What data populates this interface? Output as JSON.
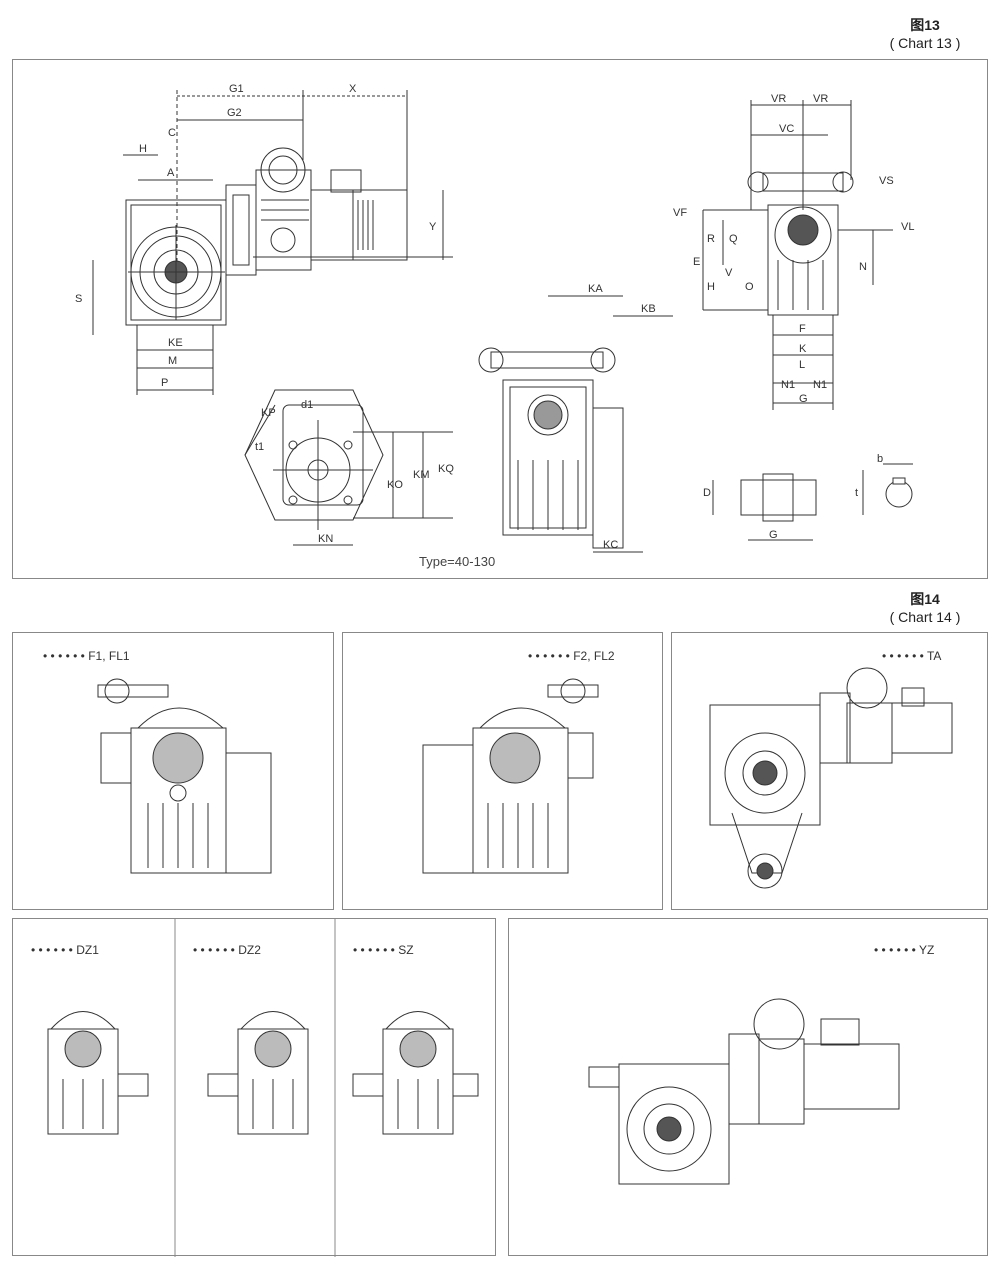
{
  "chart13": {
    "caption_cn": "图13",
    "caption_en": "( Chart 13 )",
    "type_label": "Type=40-130",
    "dimension_labels": {
      "G1": "G1",
      "G2": "G2",
      "X": "X",
      "C": "C",
      "H": "H",
      "A": "A",
      "Y": "Y",
      "S": "S",
      "KE": "KE",
      "M": "M",
      "P": "P",
      "KP": "KP",
      "d1": "d1",
      "t1": "t1",
      "KO": "KO",
      "KM": "KM",
      "KQ": "KQ",
      "KN": "KN",
      "KA": "KA",
      "KB": "KB",
      "KC": "KC",
      "VR1": "VR",
      "VR2": "VR",
      "VC": "VC",
      "VS": "VS",
      "VL": "VL",
      "VF": "VF",
      "R": "R",
      "Q": "Q",
      "E": "E",
      "N": "N",
      "V": "V",
      "O": "O",
      "H2": "H",
      "F": "F",
      "K": "K",
      "L": "L",
      "N1a": "N1",
      "N1b": "N1",
      "G": "G",
      "D": "D",
      "G3": "G",
      "b": "b",
      "t": "t"
    }
  },
  "chart14": {
    "caption_cn": "图14",
    "caption_en": "( Chart 14 )",
    "panels": [
      {
        "label": "• • • • • • F1, FL1"
      },
      {
        "label": "• • • • • • F2, FL2"
      },
      {
        "label": "• • • • • • TA"
      },
      {
        "label": "• • • • • • DZ1"
      },
      {
        "label": "• • • • • • DZ2"
      },
      {
        "label": "• • • • • • SZ"
      },
      {
        "label": "• • • • • • YZ"
      }
    ]
  }
}
